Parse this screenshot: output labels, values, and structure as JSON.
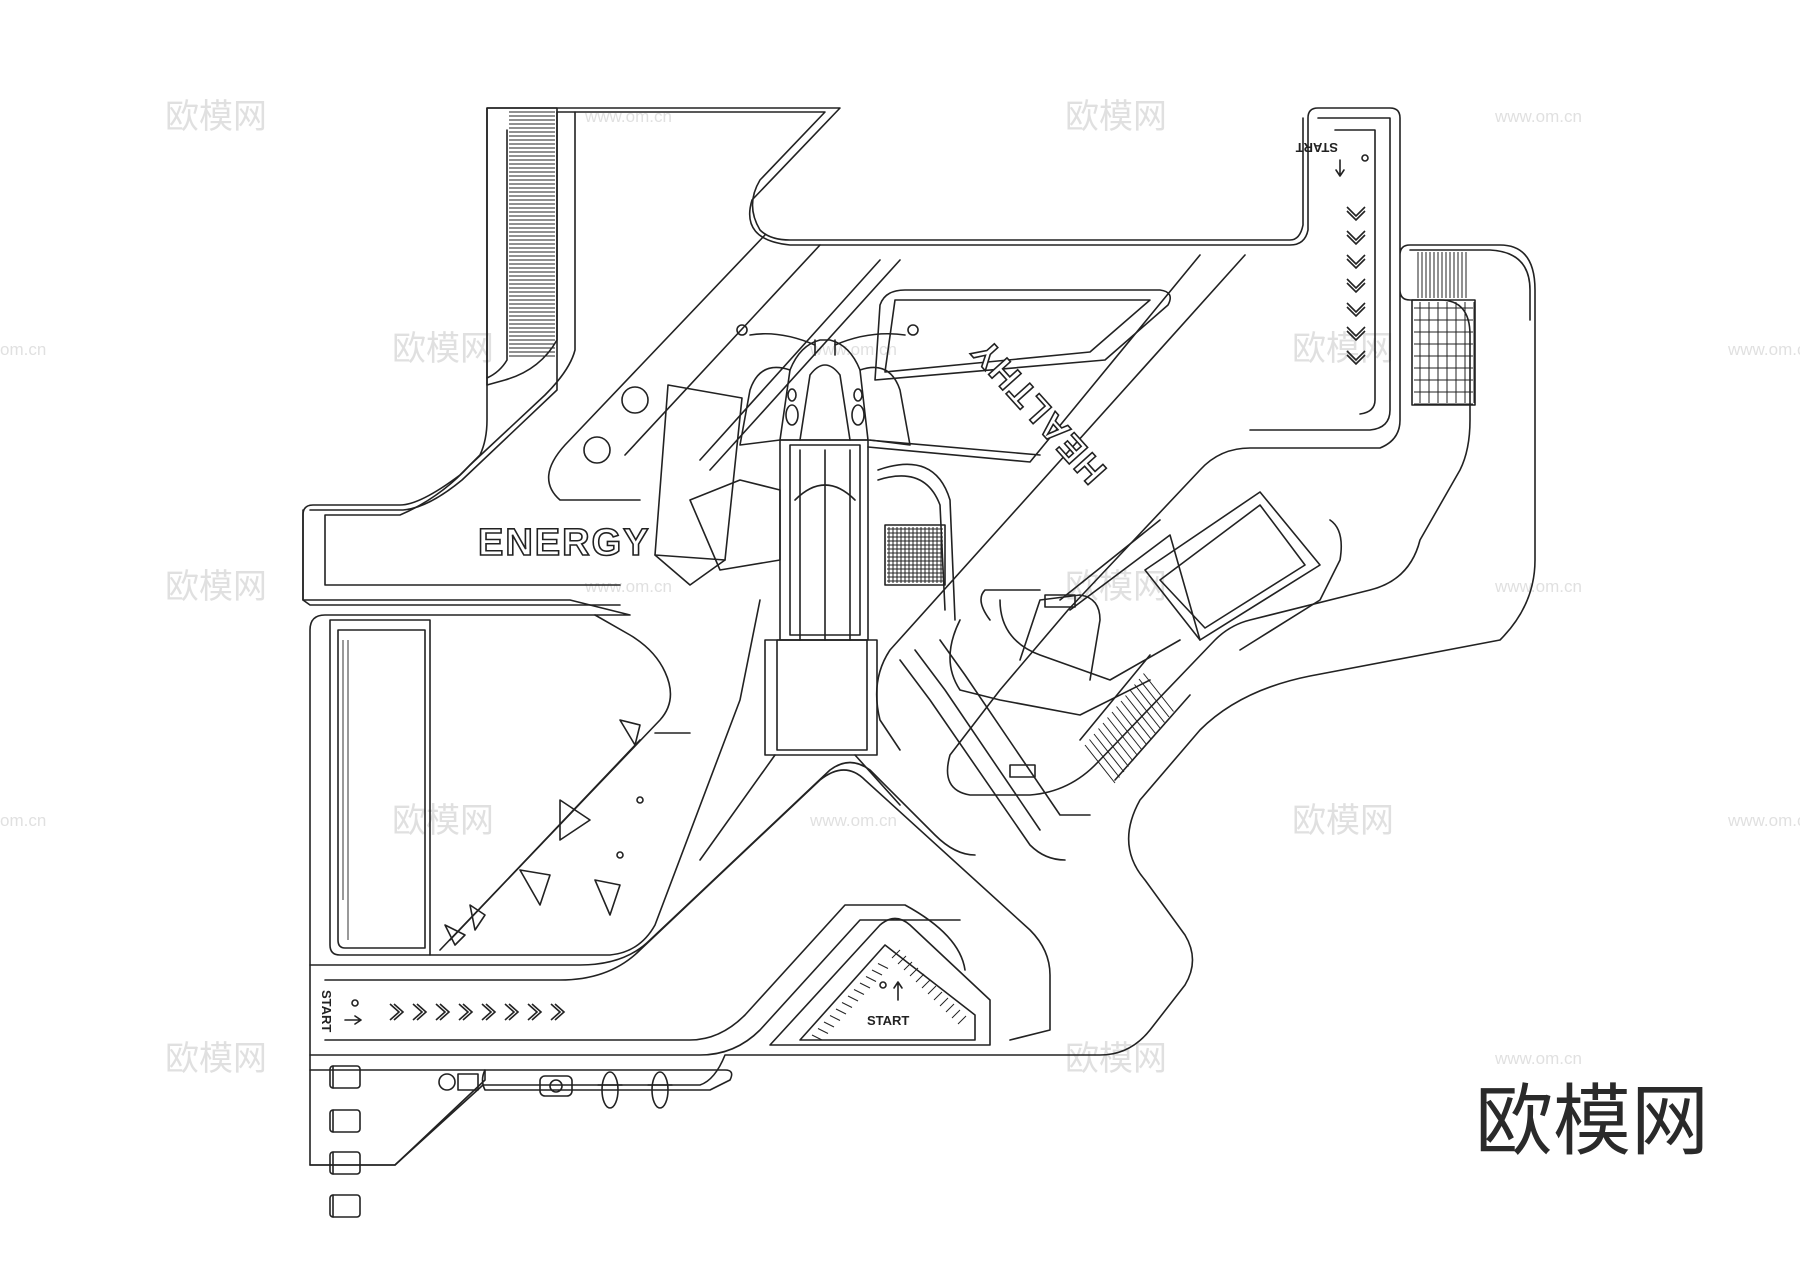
{
  "labels": {
    "energy": "ENERGY",
    "healthy": "HEALTHY",
    "start": "START"
  },
  "watermark": {
    "brand": "欧模网",
    "url": "www.om.cn",
    "url_partial": "om.cn"
  },
  "colors": {
    "line": "#222222",
    "background": "#ffffff",
    "watermark": "#c8c8c8"
  }
}
